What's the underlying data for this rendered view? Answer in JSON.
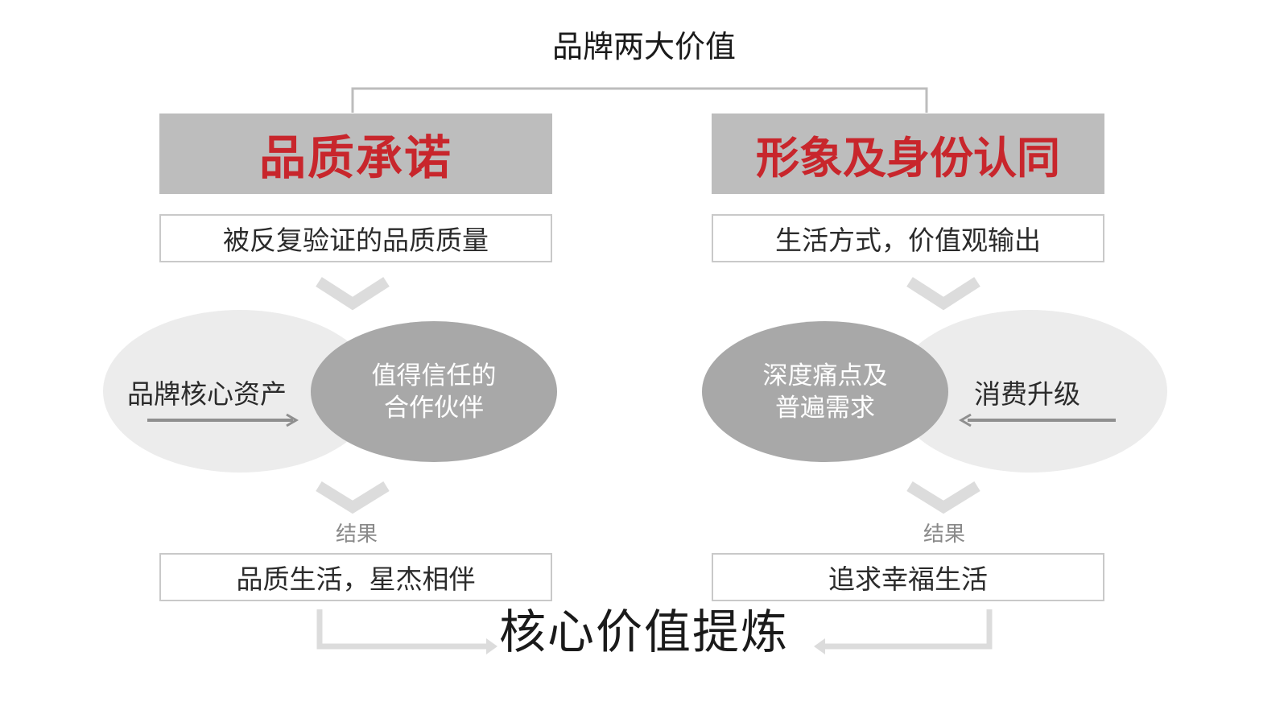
{
  "title": "品牌两大价值",
  "left": {
    "header": "品质承诺",
    "subtitle": "被反复验证的品质质量",
    "outer_label": "品牌核心资产",
    "inner_line1": "值得信任的",
    "inner_line2": "合作伙伴",
    "result_label": "结果",
    "result": "品质生活，星杰相伴"
  },
  "right": {
    "header": "形象及身份认同",
    "subtitle": "生活方式，价值观输出",
    "outer_label": "消费升级",
    "inner_line1": "深度痛点及",
    "inner_line2": "普遍需求",
    "result_label": "结果",
    "result": "追求幸福生活"
  },
  "core_value": "核心价值提炼",
  "colors": {
    "accent_red": "#c8262c",
    "header_gray": "#bdbdbd",
    "ellipse_light": "#ececec",
    "ellipse_dark": "#a8a8a8",
    "border_gray": "#c9c9c9"
  }
}
